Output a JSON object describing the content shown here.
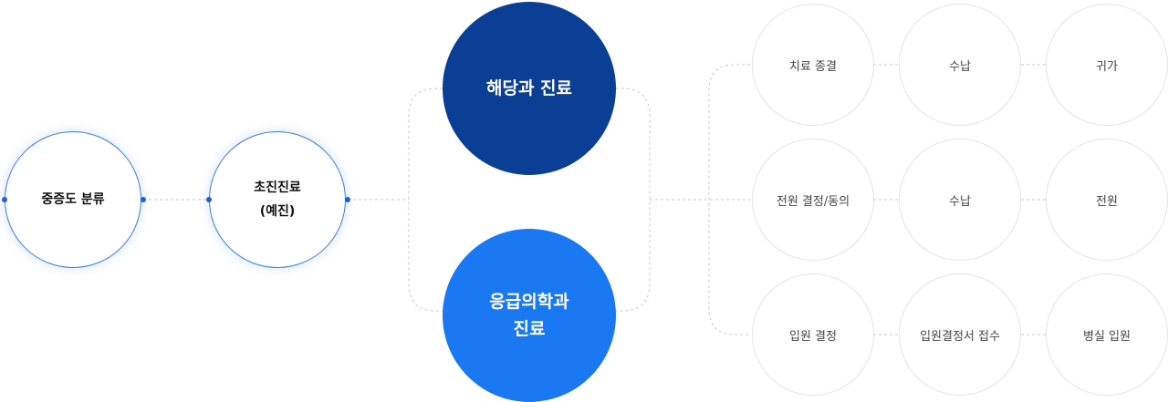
{
  "triage": {
    "label": "중증도 분류"
  },
  "initial_care": {
    "line1": "초진진료",
    "line2": "(예진)"
  },
  "departments": {
    "specialty": {
      "label": "해당과 진료"
    },
    "emergency": {
      "line1": "응급의학과",
      "line2": "진료"
    }
  },
  "outcomes": {
    "row1": [
      "치료 종결",
      "수납",
      "귀가"
    ],
    "row2": [
      "전원 결정/동의",
      "수납",
      "전원"
    ],
    "row3": [
      "입원 결정",
      "입원결정서 접수",
      "병실 입원"
    ]
  },
  "colors": {
    "start_border": "#3b7bf0",
    "specialty_fill": "#0b3f95",
    "emergency_fill": "#1a78f2",
    "connector": "#c8c8c8",
    "dot": "#1f5fd0"
  }
}
